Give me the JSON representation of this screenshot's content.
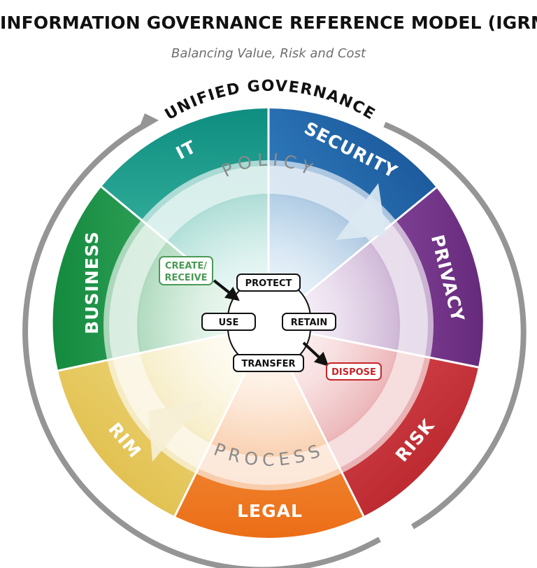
{
  "title": "INFORMATION GOVERNANCE REFERENCE MODEL (IGRM)",
  "subtitle": "Balancing Value, Risk and Cost",
  "outer_label": "UNIFIED GOVERNANCE",
  "ring_labels": {
    "top": "POLICY",
    "bottom": "PROCESS"
  },
  "segments": {
    "it": "IT",
    "security": "SECURITY",
    "privacy": "PRIVACY",
    "risk": "RISK",
    "legal": "LEGAL",
    "rim": "RIM",
    "business": "BUSINESS"
  },
  "lifecycle": {
    "protect": "PROTECT",
    "use": "USE",
    "retain": "RETAIN",
    "transfer": "TRANSFER"
  },
  "entry_label": [
    "CREATE/",
    "RECEIVE"
  ],
  "exit_label": "DISPOSE",
  "colors": {
    "it": "#1fa08e",
    "security": "#1b6db0",
    "privacy": "#7b3a8f",
    "risk": "#c8242a",
    "legal": "#ef7d22",
    "rim": "#e2c34e",
    "business": "#1d9a4a",
    "create": "#4a9a55",
    "dispose": "#c8242a"
  }
}
